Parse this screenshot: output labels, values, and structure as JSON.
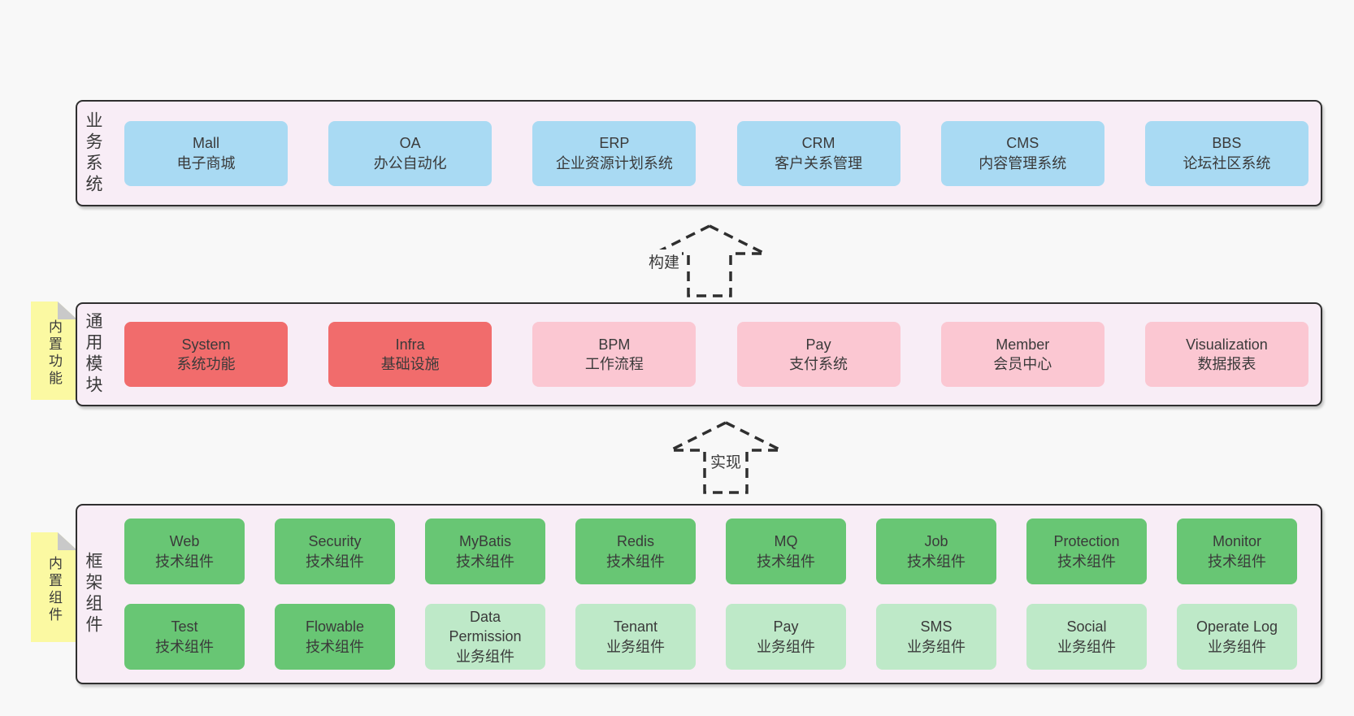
{
  "colors": {
    "page_bg": "#f8f8f8",
    "container_bg": "#f8edf6",
    "container_border": "#2f2f2f",
    "text": "#3a3a3a",
    "blue": "#a9daf3",
    "red": "#f16c6c",
    "pink": "#fbc7d2",
    "green": "#68c674",
    "light_green": "#bee9c8",
    "note_yellow": "#fbf9a2",
    "note_fold": "#c9c9c9"
  },
  "layers": [
    {
      "id": "business-systems",
      "label": "业务系统",
      "note": null,
      "rows": [
        [
          {
            "title": "Mall",
            "subtitle": "电子商城",
            "variant": "blue"
          },
          {
            "title": "OA",
            "subtitle": "办公自动化",
            "variant": "blue"
          },
          {
            "title": "ERP",
            "subtitle": "企业资源计划系统",
            "variant": "blue"
          },
          {
            "title": "CRM",
            "subtitle": "客户关系管理",
            "variant": "blue"
          },
          {
            "title": "CMS",
            "subtitle": "内容管理系统",
            "variant": "blue"
          },
          {
            "title": "BBS",
            "subtitle": "论坛社区系统",
            "variant": "blue"
          }
        ]
      ]
    },
    {
      "id": "common-modules",
      "label": "通用模块",
      "note": "内置功能",
      "rows": [
        [
          {
            "title": "System",
            "subtitle": "系统功能",
            "variant": "red"
          },
          {
            "title": "Infra",
            "subtitle": "基础设施",
            "variant": "red"
          },
          {
            "title": "BPM",
            "subtitle": "工作流程",
            "variant": "pink"
          },
          {
            "title": "Pay",
            "subtitle": "支付系统",
            "variant": "pink"
          },
          {
            "title": "Member",
            "subtitle": "会员中心",
            "variant": "pink"
          },
          {
            "title": "Visualization",
            "subtitle": "数据报表",
            "variant": "pink"
          }
        ]
      ]
    },
    {
      "id": "framework-components",
      "label": "框架组件",
      "note": "内置组件",
      "rows": [
        [
          {
            "title": "Web",
            "subtitle": "技术组件",
            "variant": "green"
          },
          {
            "title": "Security",
            "subtitle": "技术组件",
            "variant": "green"
          },
          {
            "title": "MyBatis",
            "subtitle": "技术组件",
            "variant": "green"
          },
          {
            "title": "Redis",
            "subtitle": "技术组件",
            "variant": "green"
          },
          {
            "title": "MQ",
            "subtitle": "技术组件",
            "variant": "green"
          },
          {
            "title": "Job",
            "subtitle": "技术组件",
            "variant": "green"
          },
          {
            "title": "Protection",
            "subtitle": "技术组件",
            "variant": "green"
          },
          {
            "title": "Monitor",
            "subtitle": "技术组件",
            "variant": "green"
          }
        ],
        [
          {
            "title": "Test",
            "subtitle": "技术组件",
            "variant": "green"
          },
          {
            "title": "Flowable",
            "subtitle": "技术组件",
            "variant": "green"
          },
          {
            "title": "Data Permission",
            "subtitle": "业务组件",
            "variant": "light-green"
          },
          {
            "title": "Tenant",
            "subtitle": "业务组件",
            "variant": "light-green"
          },
          {
            "title": "Pay",
            "subtitle": "业务组件",
            "variant": "light-green"
          },
          {
            "title": "SMS",
            "subtitle": "业务组件",
            "variant": "light-green"
          },
          {
            "title": "Social",
            "subtitle": "业务组件",
            "variant": "light-green"
          },
          {
            "title": "Operate Log",
            "subtitle": "业务组件",
            "variant": "light-green"
          }
        ]
      ]
    }
  ],
  "arrows": [
    {
      "label": "构建"
    },
    {
      "label": "实现"
    }
  ]
}
